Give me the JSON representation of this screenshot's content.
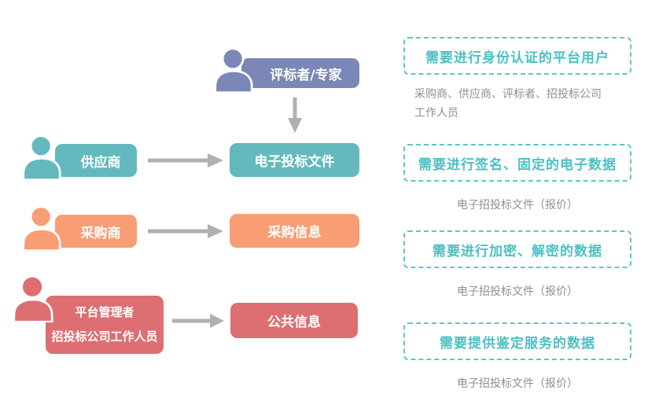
{
  "diagram": {
    "expert": {
      "label": "评标者/专家"
    },
    "rows": [
      {
        "actor": "供应商",
        "object": "电子投标文件"
      },
      {
        "actor": "采购商",
        "object": "采购信息"
      },
      {
        "actor_line1": "平台管理者",
        "actor_line2": "招投标公司工作人员",
        "object": "公共信息"
      }
    ]
  },
  "annotations": [
    {
      "title": "需要进行身份认证的平台用户",
      "note_line1": "采购商、供应商、评标者、招投标公司",
      "note_line2": "工作人员"
    },
    {
      "title": "需要进行签名、固定的电子数据",
      "note": "电子招投标文件（报价）"
    },
    {
      "title": "需要进行加密、解密的数据",
      "note": "电子招投标文件（报价）"
    },
    {
      "title": "需要提供鉴定服务的数据",
      "note": "电子招投标文件（报价）"
    }
  ],
  "colors": {
    "purple": "#7b87b7",
    "teal": "#64b9be",
    "orange": "#f99d74",
    "red": "#dd6e72",
    "accent_teal_text": "#4cc0c2",
    "dashed_border": "#5fc5c7",
    "note_gray": "#8f8f8f",
    "arrow_gray": "#b0b0b0"
  },
  "icons": {
    "person": "person-icon",
    "arrow_right": "arrow-right-icon",
    "arrow_down": "arrow-down-icon"
  }
}
